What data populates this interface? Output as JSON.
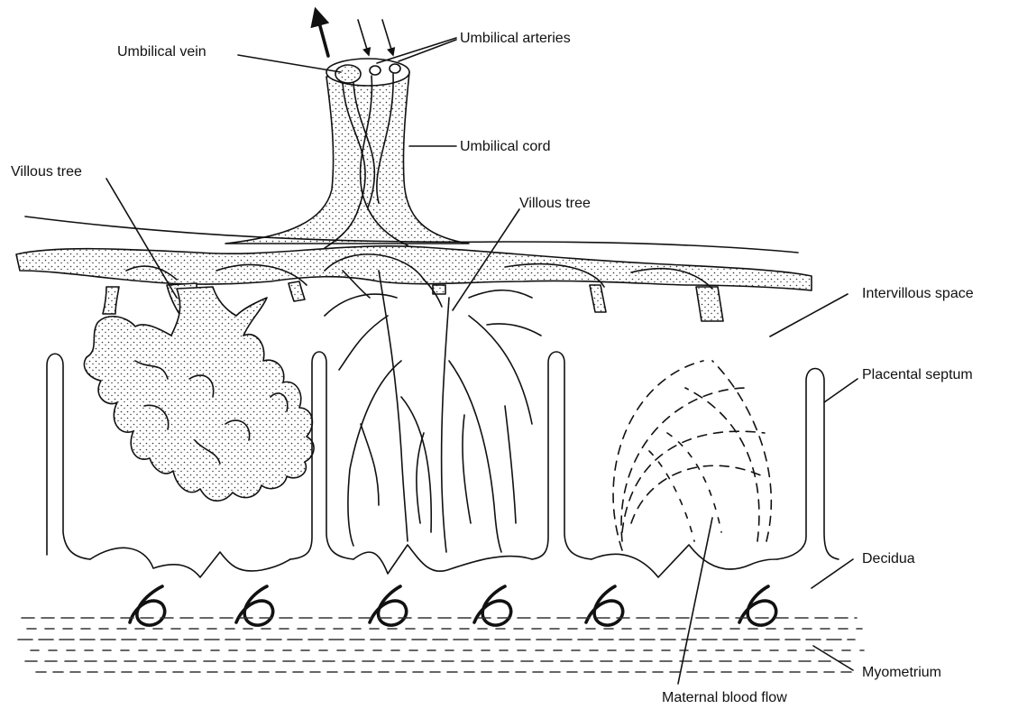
{
  "labels": {
    "umbilical_arteries": "Umbilical arteries",
    "umbilical_vein": "Umbilical vein",
    "umbilical_cord": "Umbilical cord",
    "villous_tree_left": "Villous tree",
    "villous_tree_center": "Villous tree",
    "intervillous_space": "Intervillous space",
    "placental_septum": "Placental septum",
    "decidua": "Decidua",
    "myometrium": "Myometrium",
    "maternal_blood_flow": "Maternal blood flow"
  }
}
